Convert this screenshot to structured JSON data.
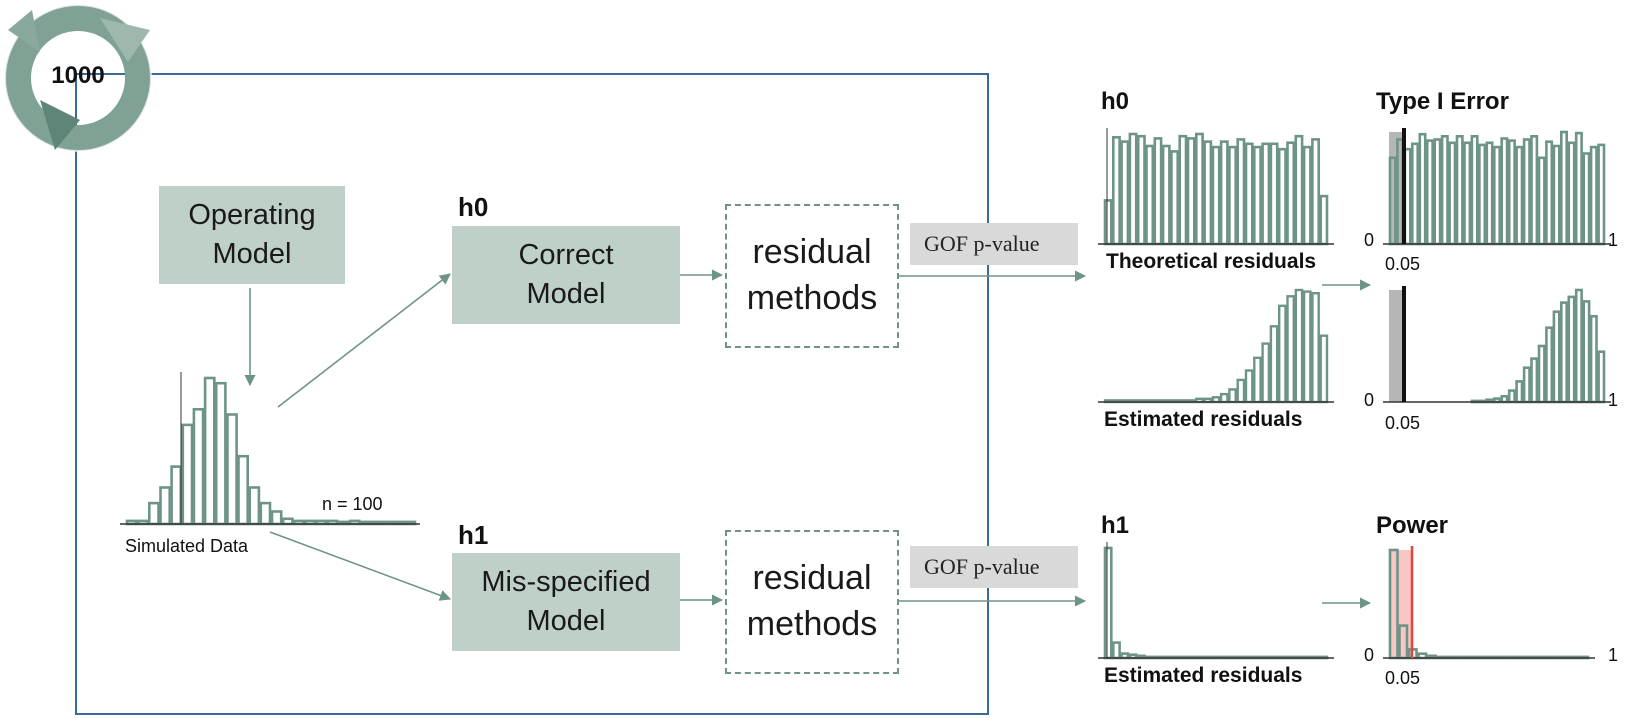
{
  "cycle": {
    "count": "1000"
  },
  "operating_model": "Operating Model",
  "simulated": {
    "caption": "Simulated Data",
    "n_label": "n = 100"
  },
  "h0": {
    "tag": "h0",
    "model": "Correct Model",
    "residual": "residual methods",
    "gof": "GOF p-value"
  },
  "h1": {
    "tag": "h1",
    "model": "Mis-specified Model",
    "residual": "residual methods",
    "gof": "GOF p-value"
  },
  "right_panel": {
    "h0_label": "h0",
    "h1_label": "h1",
    "theoretical_label": "Theoretical residuals",
    "estimated_label_h0": "Estimated residuals",
    "estimated_label_h1": "Estimated residuals",
    "type1_title": "Type I Error",
    "power_title": "Power",
    "axis_zero": "0",
    "axis_one": "1",
    "axis_alpha": "0.05"
  },
  "colors": {
    "bar": "#6e9488",
    "box": "#bfd0c9",
    "frame": "#3a6a9a",
    "highlight": "#e8423b"
  },
  "chart_data": [
    {
      "type": "bar",
      "title": "Simulated Data",
      "values": [
        0.3,
        0.3,
        2,
        3.5,
        5.5,
        9.5,
        11,
        14,
        13.5,
        10.5,
        6.5,
        3.5,
        2,
        1.2,
        0.5,
        0.3,
        0.3,
        0.3,
        0.3,
        0.2,
        0.3,
        0.2,
        0.2,
        0.2,
        0.2,
        0.2
      ]
    },
    {
      "type": "bar",
      "title": "Theoretical residuals",
      "values": [
        40,
        98,
        94,
        101,
        99,
        90,
        97,
        90,
        85,
        99,
        97,
        101,
        94,
        89,
        94,
        89,
        96,
        92,
        89,
        92,
        92,
        87,
        93,
        99,
        89,
        96,
        44
      ]
    },
    {
      "type": "bar",
      "title": "Estimated residuals",
      "values": [
        1,
        1,
        1,
        1,
        1,
        1,
        1,
        1,
        1,
        1,
        1,
        2,
        2,
        3,
        5,
        8,
        14,
        20,
        28,
        37,
        48,
        61,
        67,
        71,
        70,
        69,
        42
      ]
    },
    {
      "type": "bar",
      "title": "Type I Error",
      "values": [
        80,
        97,
        88,
        93,
        102,
        96,
        97,
        100,
        94,
        100,
        94,
        100,
        92,
        94,
        90,
        98,
        96,
        90,
        97,
        100,
        80,
        95,
        91,
        104,
        94,
        103,
        84,
        90,
        92
      ]
    },
    {
      "type": "bar",
      "title": "Type I Error (estimated)",
      "values": [
        0,
        0,
        0,
        0,
        0,
        0,
        0,
        0,
        0,
        0,
        0,
        1,
        1,
        2,
        3,
        5,
        10,
        18,
        30,
        38,
        49,
        65,
        79,
        87,
        92,
        98,
        88,
        75,
        44
      ]
    },
    {
      "type": "bar",
      "title": "Estimated residuals (h1)",
      "values": [
        100,
        14,
        4,
        3,
        2,
        1,
        1,
        1,
        1,
        1,
        1,
        1,
        1,
        1,
        1,
        1,
        1,
        1,
        1,
        1,
        1,
        1,
        1,
        1,
        1,
        1,
        1
      ]
    },
    {
      "type": "bar",
      "title": "Power",
      "values": [
        100,
        30,
        8,
        4,
        2,
        1,
        1,
        1,
        1,
        1,
        1,
        1,
        1,
        1,
        1,
        1,
        1,
        1,
        1,
        1,
        1
      ]
    }
  ]
}
